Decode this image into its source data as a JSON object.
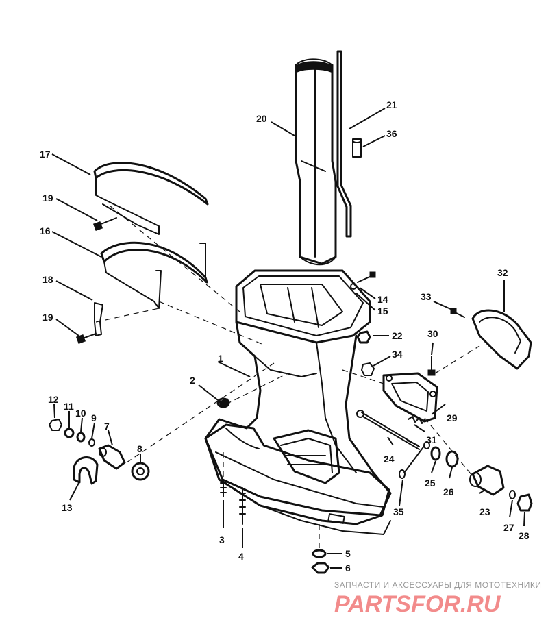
{
  "diagram": {
    "callouts": [
      "1",
      "2",
      "3",
      "4",
      "5",
      "6",
      "7",
      "8",
      "9",
      "10",
      "11",
      "12",
      "13",
      "14",
      "15",
      "16",
      "17",
      "18",
      "19",
      "19",
      "20",
      "21",
      "22",
      "23",
      "24",
      "25",
      "26",
      "27",
      "28",
      "29",
      "30",
      "31",
      "32",
      "33",
      "34",
      "35",
      "36"
    ]
  },
  "watermark": {
    "tagline": "ЗАПЧАСТИ И АКСЕССУАРЫ ДЛЯ МОТОТЕХНИКИ",
    "logo": "PARTSFOR.RU",
    "logo_color": "#f28b8b"
  }
}
